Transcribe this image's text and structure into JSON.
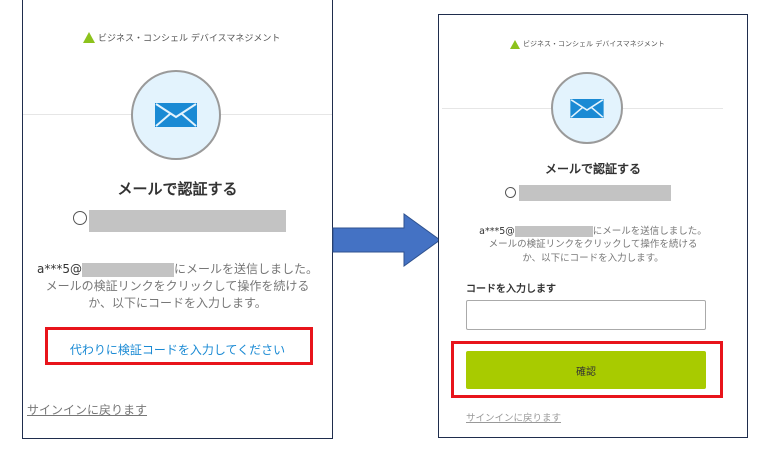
{
  "brand": "ビジネス・コンシェル デバイスマネジメント",
  "colors": {
    "accent_green": "#a8cb00",
    "link_blue": "#1a8ad4",
    "highlight_red": "#e8141b",
    "arrow": "#4472c4"
  },
  "left": {
    "title": "メールで認証する",
    "masked_email_prefix": "a***5@",
    "msg_line1_suffix": "にメールを送信しました。",
    "msg_line2": "メールの検証リンクをクリックして操作を続ける",
    "msg_line3": "か、以下にコードを入力します。",
    "enter_code_link": "代わりに検証コードを入力してください",
    "back_link": "サインインに戻ります"
  },
  "right": {
    "title": "メールで認証する",
    "masked_email_prefix": "a***5@",
    "msg_line1_suffix": "にメールを送信しました。",
    "msg_line2": "メールの検証リンクをクリックして操作を続ける",
    "msg_line3": "か、以下にコードを入力します。",
    "code_label": "コードを入力します",
    "code_value": "",
    "confirm_button": "確認",
    "back_link": "サインインに戻ります"
  }
}
